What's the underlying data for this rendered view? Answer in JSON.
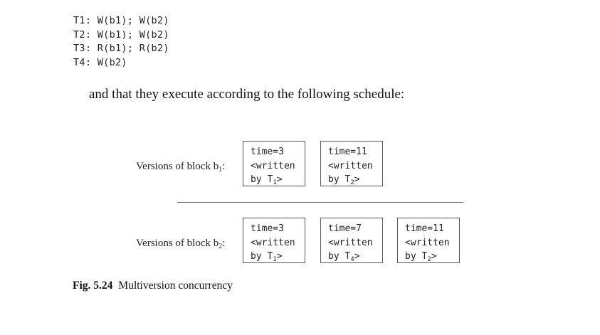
{
  "transactions": [
    "T1: W(b1); W(b2)",
    "T2: W(b1); W(b2)",
    "T3: R(b1); R(b2)",
    "T4: W(b2)"
  ],
  "intro_text": "and that they execute according to the following schedule:",
  "block_b1": {
    "label_prefix": "Versions of block b",
    "label_sub": "1",
    "label_suffix": ":",
    "versions": [
      {
        "time": "time=3",
        "written": "<written",
        "by_prefix": "by T",
        "by_sub": "1",
        "by_suffix": ">"
      },
      {
        "time": "time=11",
        "written": "<written",
        "by_prefix": "by T",
        "by_sub": "2",
        "by_suffix": ">"
      }
    ]
  },
  "block_b2": {
    "label_prefix": "Versions of block b",
    "label_sub": "2",
    "label_suffix": ":",
    "versions": [
      {
        "time": "time=3",
        "written": "<written",
        "by_prefix": "by T",
        "by_sub": "1",
        "by_suffix": ">"
      },
      {
        "time": "time=7",
        "written": "<written",
        "by_prefix": "by T",
        "by_sub": "4",
        "by_suffix": ">"
      },
      {
        "time": "time=11",
        "written": "<written",
        "by_prefix": "by T",
        "by_sub": "2",
        "by_suffix": ">"
      }
    ]
  },
  "caption": {
    "number": "Fig. 5.24",
    "title": "Multiversion concurrency"
  }
}
